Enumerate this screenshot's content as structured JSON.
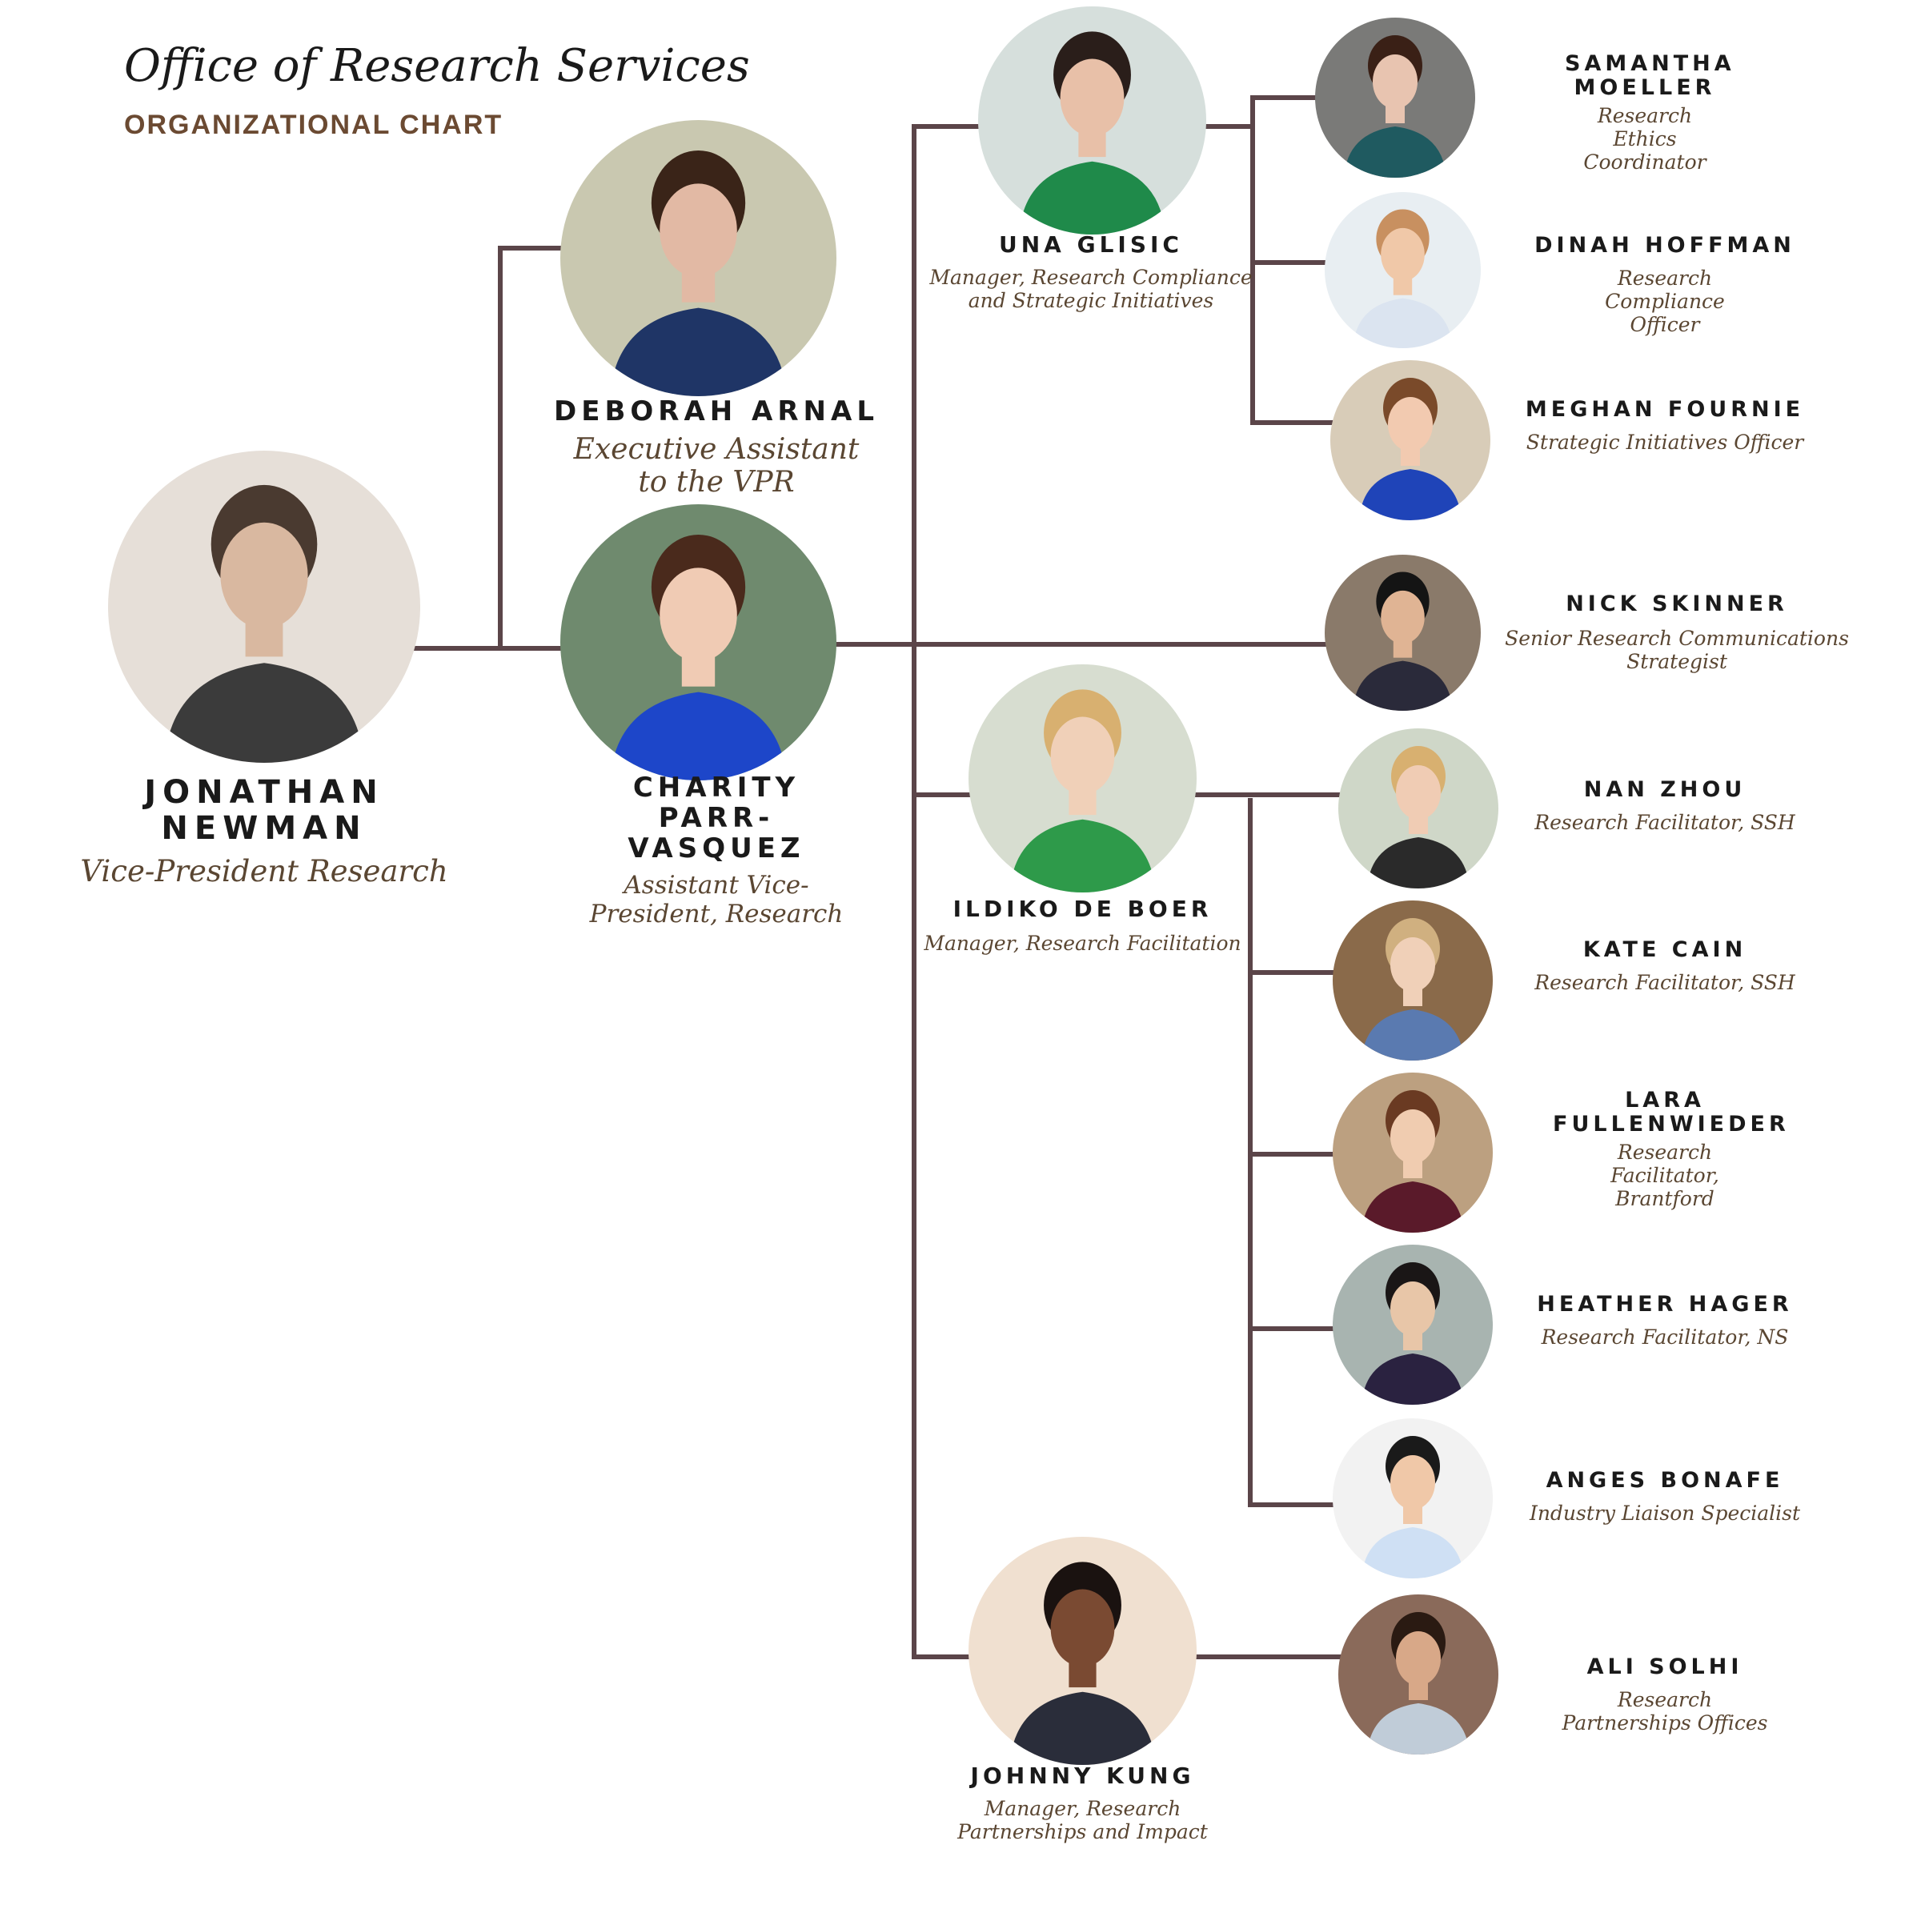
{
  "header": {
    "title": "Office of Research Services",
    "subtitle": "ORGANIZATIONAL CHART"
  },
  "colors": {
    "connector": "#5b4549",
    "role_text": "#5a4632",
    "subtitle": "#6b4a32",
    "name_text": "#1a1a1a"
  },
  "people": {
    "newman": {
      "name": "JONATHAN NEWMAN",
      "role": "Vice-President Research",
      "icon": "headshot-icon"
    },
    "arnal": {
      "name": "DEBORAH ARNAL",
      "role": "Executive Assistant to the VPR",
      "icon": "headshot-icon"
    },
    "parr": {
      "name": "CHARITY PARR-VASQUEZ",
      "role": "Assistant Vice-President, Research",
      "icon": "headshot-icon"
    },
    "glisic": {
      "name": "UNA GLISIC",
      "role": "Manager, Research Compliance and Strategic Initiatives",
      "icon": "headshot-icon"
    },
    "moeller": {
      "name": "SAMANTHA MOELLER",
      "role": "Research Ethics Coordinator",
      "icon": "headshot-icon"
    },
    "hoffman": {
      "name": "DINAH HOFFMAN",
      "role": "Research Compliance Officer",
      "icon": "headshot-icon"
    },
    "fournie": {
      "name": "MEGHAN FOURNIE",
      "role": "Strategic Initiatives Officer",
      "icon": "headshot-icon"
    },
    "skinner": {
      "name": "NICK SKINNER",
      "role": "Senior Research Communications Strategist",
      "icon": "headshot-icon"
    },
    "deboer": {
      "name": "ILDIKO DE BOER",
      "role": "Manager, Research Facilitation",
      "icon": "headshot-icon"
    },
    "zhou": {
      "name": "NAN ZHOU",
      "role": "Research Facilitator, SSH",
      "icon": "headshot-icon"
    },
    "cain": {
      "name": "KATE CAIN",
      "role": "Research Facilitator, SSH",
      "icon": "headshot-icon"
    },
    "fullenwieder": {
      "name": "LARA FULLENWIEDER",
      "role": "Research Facilitator, Brantford",
      "icon": "headshot-icon"
    },
    "hager": {
      "name": "HEATHER HAGER",
      "role": "Research Facilitator, NS",
      "icon": "headshot-icon"
    },
    "bonafe": {
      "name": "ANGES BONAFE",
      "role": "Industry Liaison Specialist",
      "icon": "headshot-icon"
    },
    "kung": {
      "name": "JOHNNY KUNG",
      "role": "Manager, Research Partnerships and Impact",
      "icon": "headshot-icon"
    },
    "solhi": {
      "name": "ALI SOLHI",
      "role": "Research Partnerships Offices",
      "icon": "headshot-icon"
    }
  }
}
